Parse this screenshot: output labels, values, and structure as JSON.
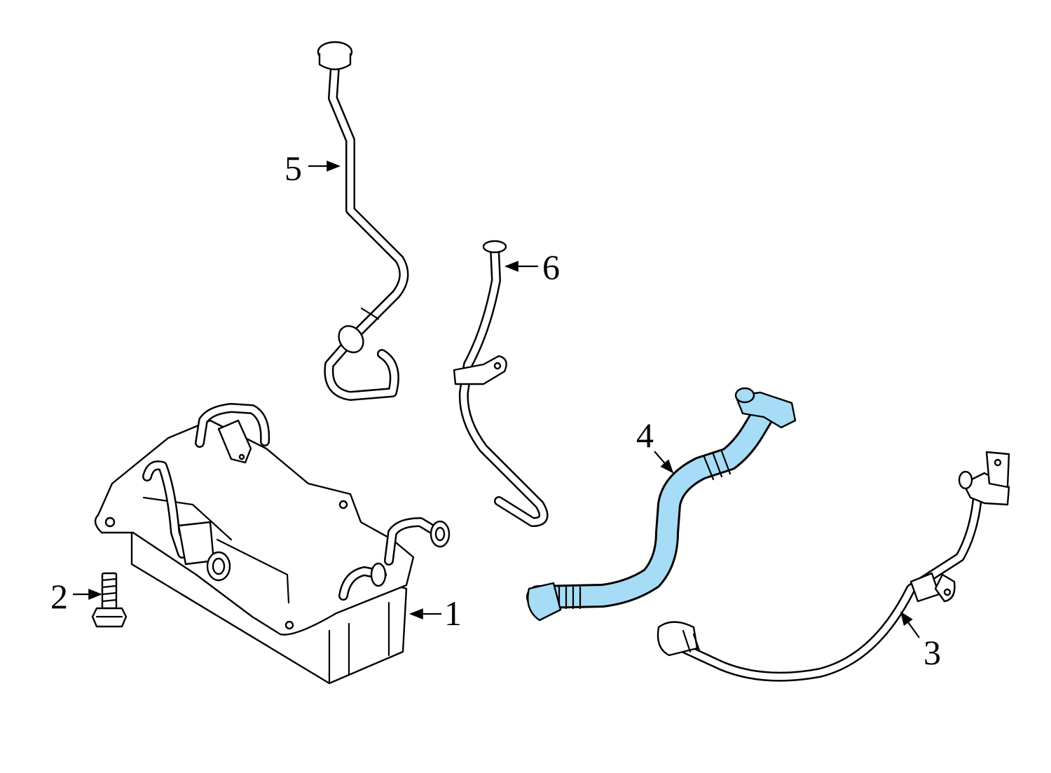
{
  "diagram": {
    "highlight_color": "#a6dcf5",
    "line_color": "#000000",
    "background": "#ffffff",
    "callouts": [
      {
        "id": "1",
        "label": "1"
      },
      {
        "id": "2",
        "label": "2"
      },
      {
        "id": "3",
        "label": "3"
      },
      {
        "id": "4",
        "label": "4"
      },
      {
        "id": "5",
        "label": "5"
      },
      {
        "id": "6",
        "label": "6"
      }
    ],
    "highlighted_part": "4"
  }
}
